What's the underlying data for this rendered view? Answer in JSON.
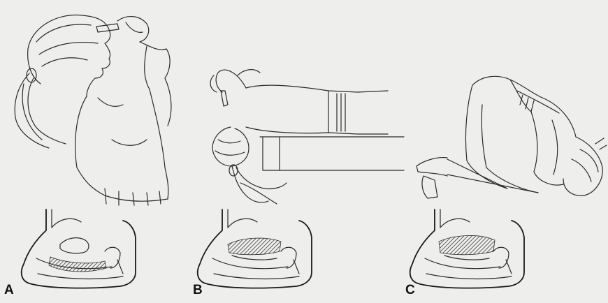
{
  "panels": [
    {
      "label": "A"
    },
    {
      "label": "B"
    },
    {
      "label": "C"
    }
  ],
  "colors": {
    "background": "#eeeeec",
    "ink": "#2a2a2a",
    "hatch": "#3a3a3a"
  }
}
